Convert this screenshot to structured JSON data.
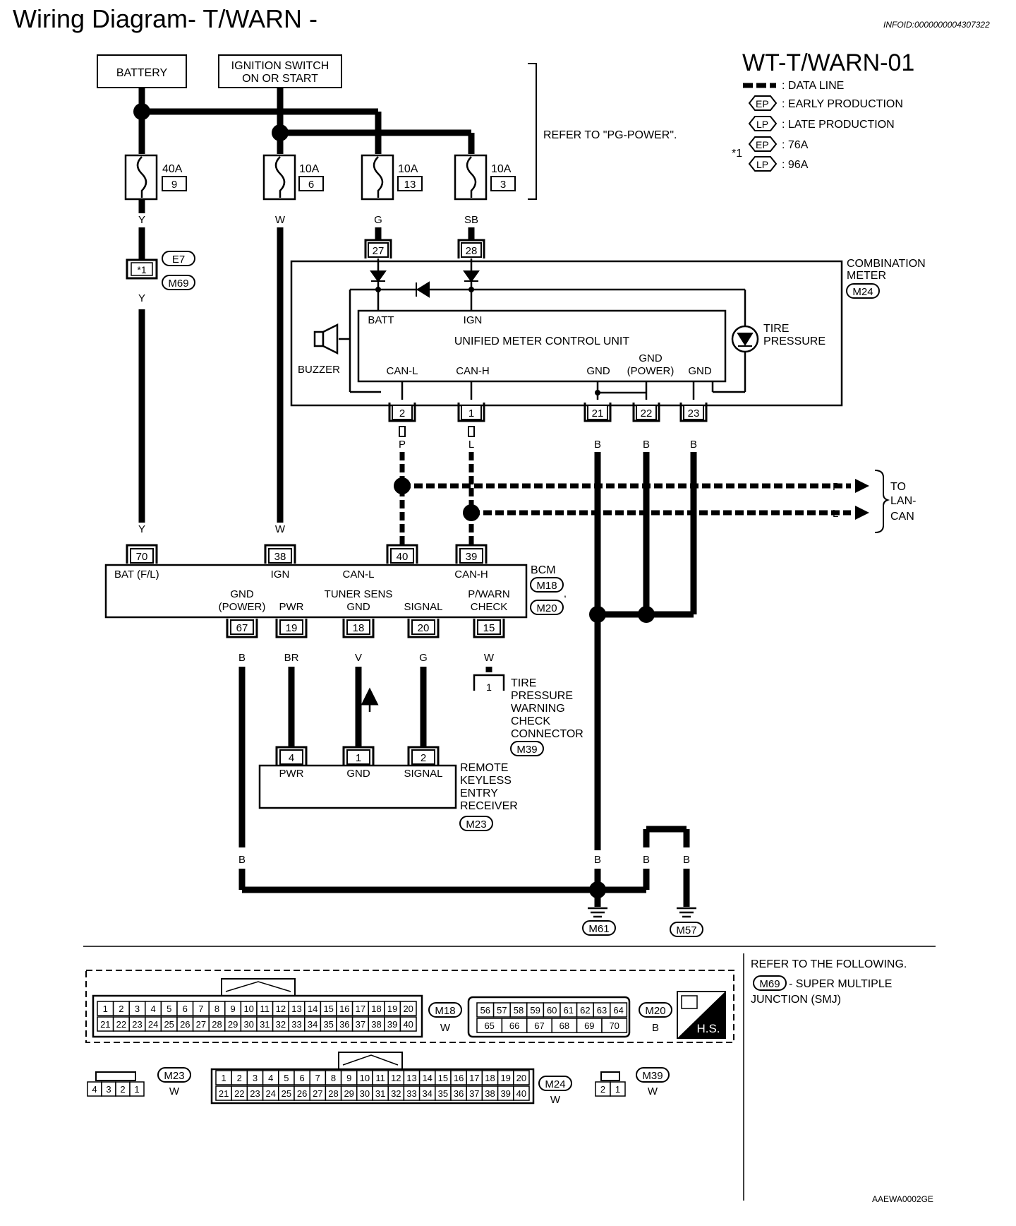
{
  "title": "Wiring Diagram- T/WARN -",
  "info_id": "INFOID:0000000004307322",
  "diagram_code": "WT-T/WARN-01",
  "image_code": "AAEWA0002GE",
  "legend": {
    "data_line": ": DATA LINE",
    "ep": ": EARLY PRODUCTION",
    "lp": ": LATE PRODUCTION",
    "ep_76": ": 76A",
    "lp_96": ": 96A",
    "ep_tag": "EP",
    "lp_tag": "LP",
    "star1": "*1"
  },
  "power": {
    "battery": "BATTERY",
    "ignition_line1": "IGNITION SWITCH",
    "ignition_line2": "ON OR START",
    "refer": "REFER TO \"PG-POWER\".",
    "fuses": [
      {
        "amp": "40A",
        "num": "9",
        "wire": "Y"
      },
      {
        "amp": "10A",
        "num": "6",
        "wire": "W"
      },
      {
        "amp": "10A",
        "num": "13",
        "wire": "G"
      },
      {
        "amp": "10A",
        "num": "3",
        "wire": "SB"
      }
    ]
  },
  "sm_junction": {
    "pin": "*1",
    "conn_e7": "E7",
    "conn_m69": "M69",
    "wire": "Y"
  },
  "combination_meter": {
    "label1": "COMBINATION",
    "label2": "METER",
    "connector": "M24",
    "unit": "UNIFIED METER CONTROL UNIT",
    "batt": "BATT",
    "ign": "IGN",
    "can_l": "CAN-L",
    "can_h": "CAN-H",
    "gnd": "GND",
    "gnd_power1": "GND",
    "gnd_power2": "(POWER)",
    "gnd2": "GND",
    "buzzer": "BUZZER",
    "tire1": "TIRE",
    "tire2": "PRESSURE",
    "pins_top": [
      "27",
      "28"
    ],
    "pins_bottom": [
      "2",
      "1",
      "21",
      "22",
      "23"
    ],
    "wires": [
      "P",
      "L",
      "B",
      "B",
      "B"
    ]
  },
  "lan": {
    "p": "P",
    "l": "L",
    "to1": "TO",
    "to2": "LAN-",
    "to3": "CAN"
  },
  "bcm": {
    "label": "BCM",
    "conn1": "M18",
    "conn2": "M20",
    "pins_top": [
      "70",
      "38",
      "40",
      "39"
    ],
    "wires_top": [
      "Y",
      "W"
    ],
    "bat": "BAT (F/L)",
    "ign": "IGN",
    "can_l": "CAN-L",
    "can_h": "CAN-H",
    "gnd_power1": "GND",
    "gnd_power2": "(POWER)",
    "pwr": "PWR",
    "tuner1": "TUNER SENS",
    "tuner_gnd": "GND",
    "signal": "SIGNAL",
    "pwarn1": "P/WARN",
    "pwarn2": "CHECK",
    "pins_bottom": [
      "67",
      "19",
      "18",
      "20",
      "15"
    ],
    "wires_bottom": [
      "B",
      "BR",
      "V",
      "G",
      "W"
    ]
  },
  "check_connector": {
    "pin": "1",
    "label1": "TIRE",
    "label2": "PRESSURE",
    "label3": "WARNING",
    "label4": "CHECK",
    "label5": "CONNECTOR",
    "connector": "M39"
  },
  "receiver": {
    "pins": [
      "4",
      "1",
      "2"
    ],
    "pwr": "PWR",
    "gnd": "GND",
    "signal": "SIGNAL",
    "label1": "REMOTE",
    "label2": "KEYLESS",
    "label3": "ENTRY",
    "label4": "RECEIVER",
    "connector": "M23"
  },
  "grounds": {
    "m61": "M61",
    "m57": "M57",
    "wire": "B"
  },
  "connectors": {
    "refer1": "REFER TO THE FOLLOWING.",
    "refer_conn": "M69",
    "refer2": "- SUPER MULTIPLE",
    "refer3": "JUNCTION (SMJ)",
    "m18": "M18",
    "m18_color": "W",
    "m20": "M20",
    "m20_color": "B",
    "m23": "M23",
    "m23_color": "W",
    "m24": "M24",
    "m24_color": "W",
    "m39": "M39",
    "m39_color": "W",
    "hs": "H.S.",
    "m18_top": [
      "1",
      "2",
      "3",
      "4",
      "5",
      "6",
      "7",
      "8",
      "9",
      "10",
      "11",
      "12",
      "13",
      "14",
      "15",
      "16",
      "17",
      "18",
      "19",
      "20"
    ],
    "m18_bottom": [
      "21",
      "22",
      "23",
      "24",
      "25",
      "26",
      "27",
      "28",
      "29",
      "30",
      "31",
      "32",
      "33",
      "34",
      "35",
      "36",
      "37",
      "38",
      "39",
      "40"
    ],
    "m20_top": [
      "56",
      "57",
      "58",
      "59",
      "60",
      "61",
      "62",
      "63",
      "64"
    ],
    "m20_bottom": [
      "65",
      "66",
      "67",
      "68",
      "69",
      "70"
    ],
    "m23_pins": [
      "4",
      "3",
      "2",
      "1"
    ],
    "m39_pins": [
      "2",
      "1"
    ]
  }
}
